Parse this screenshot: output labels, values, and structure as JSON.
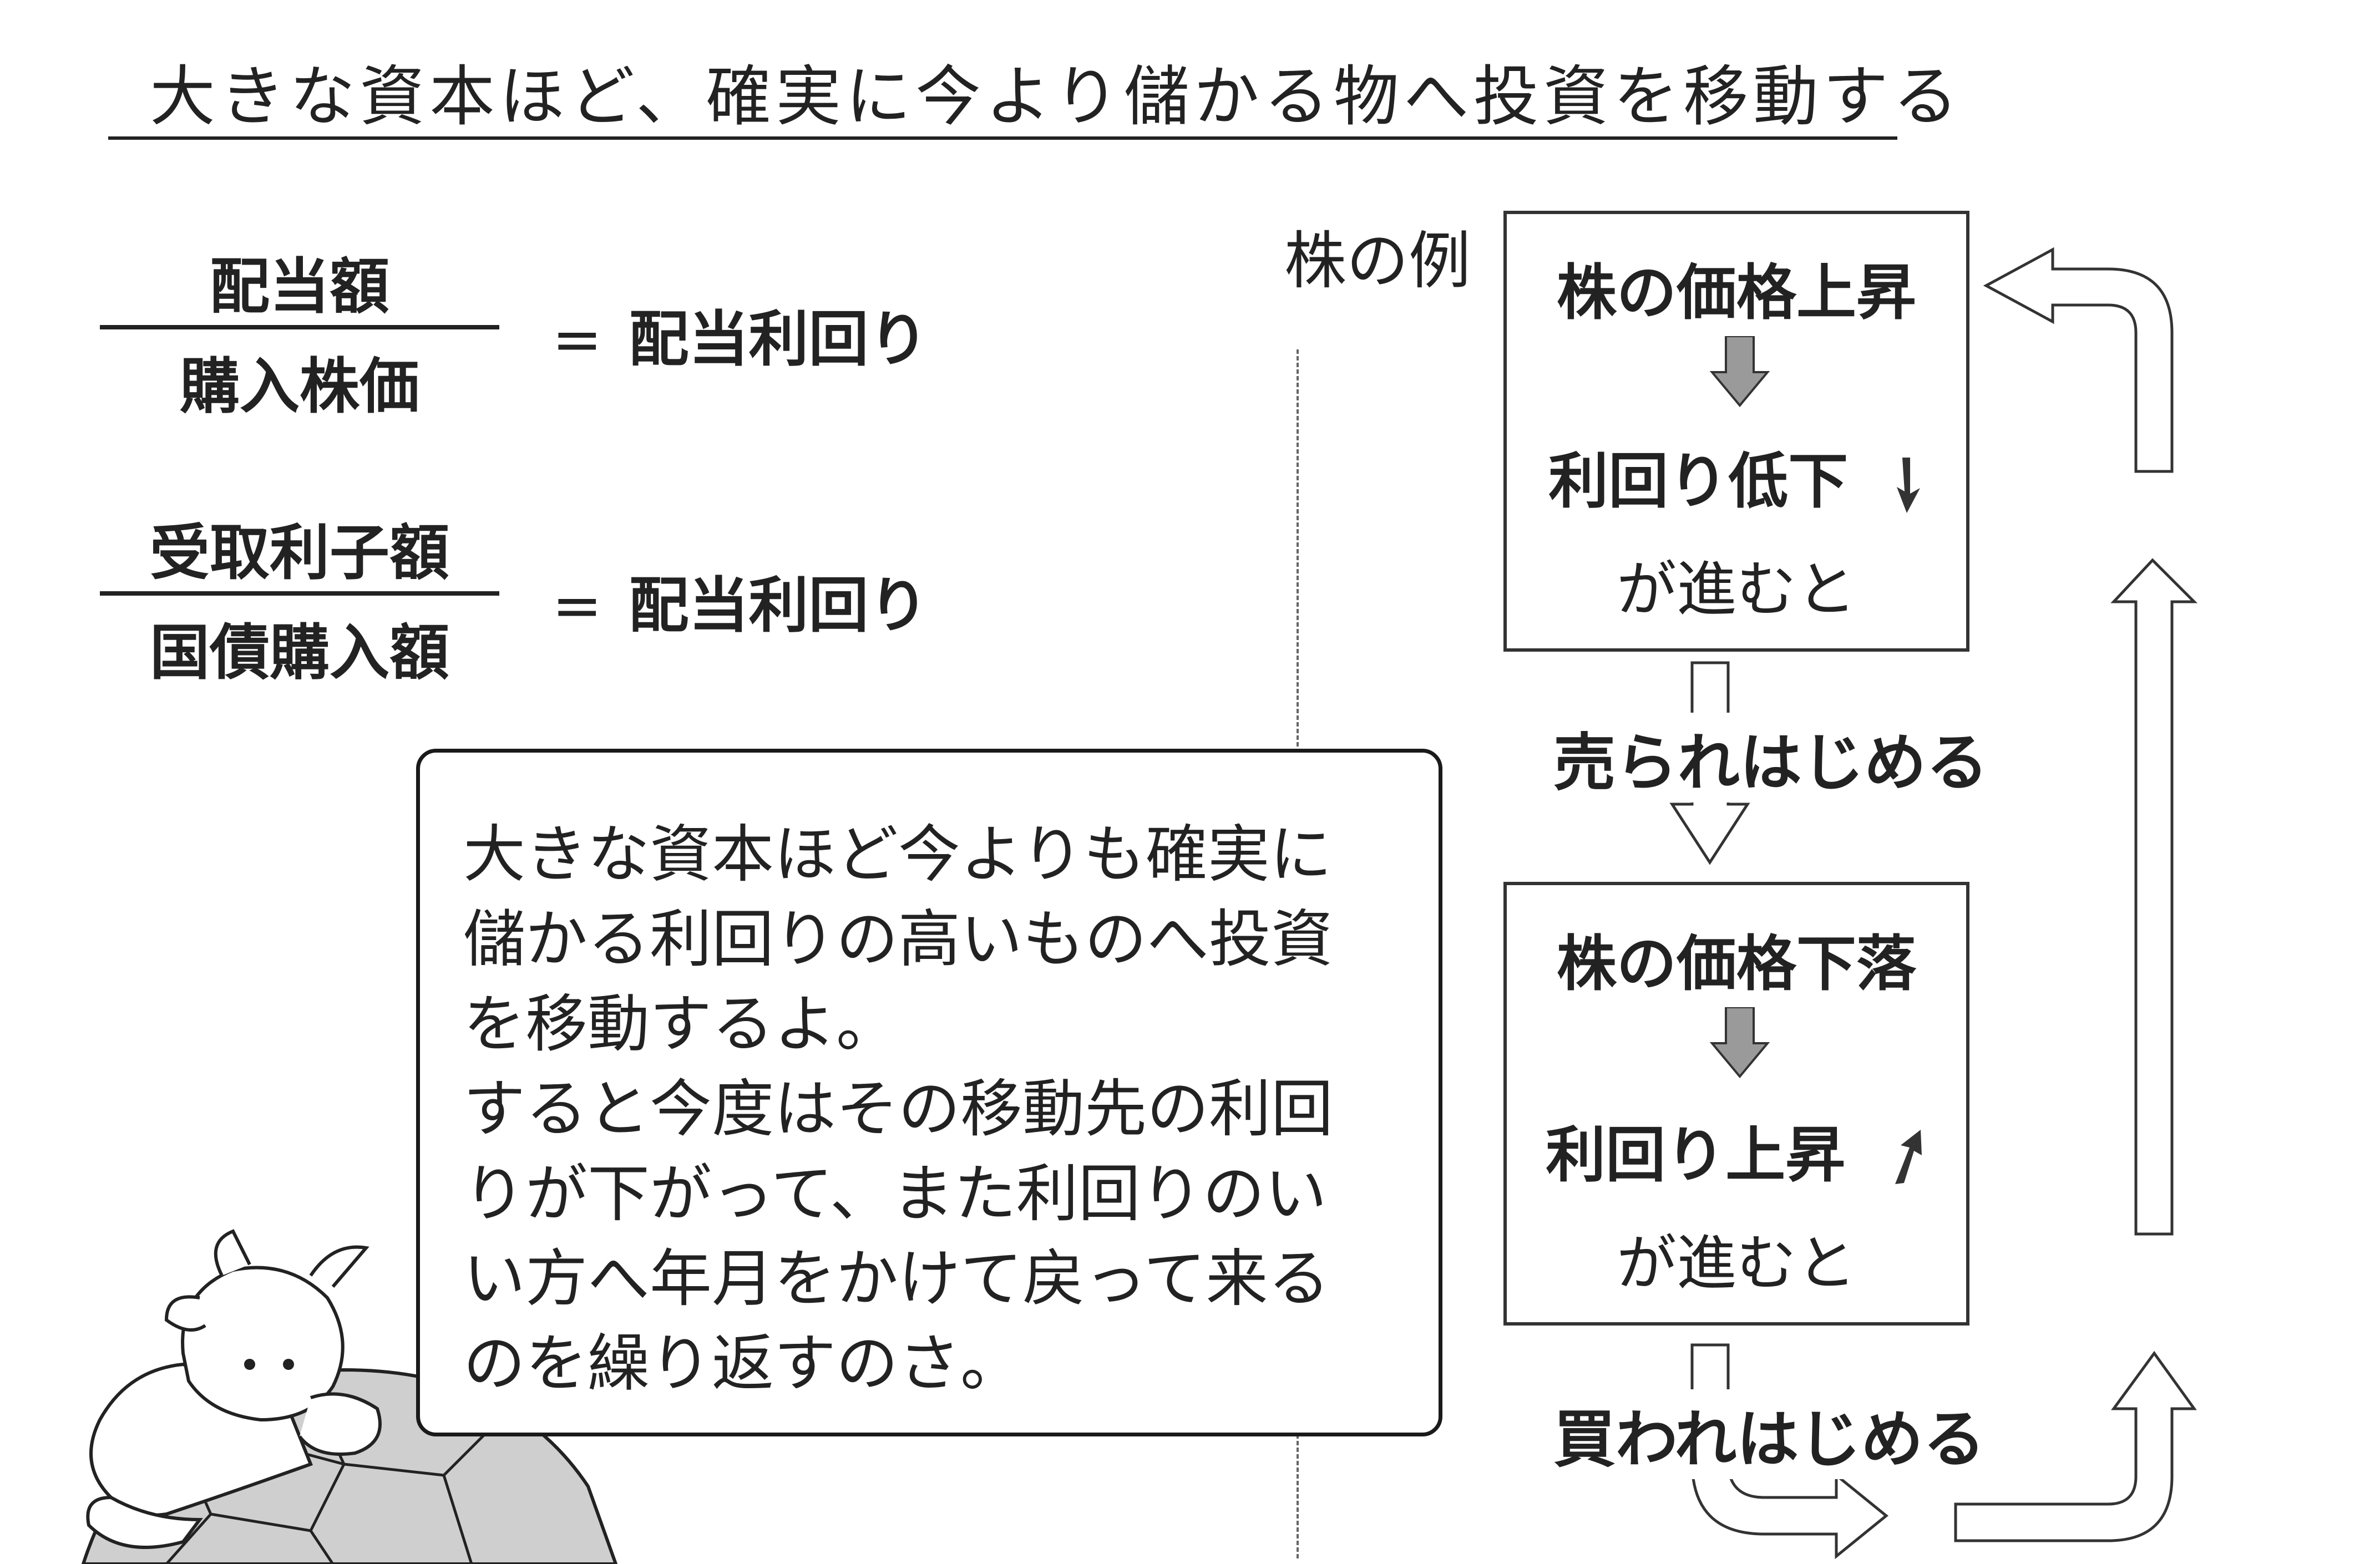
{
  "title": "大きな資本ほど、確実に今より儲かる物へ投資を移動する",
  "formulas": [
    {
      "numerator": "配当額",
      "denominator": "購入株価",
      "equals": "=",
      "result": "配当利回り"
    },
    {
      "numerator": "受取利子額",
      "denominator": "国債購入額",
      "equals": "=",
      "result": "配当利回り"
    }
  ],
  "example_label": "株の例",
  "box_top": {
    "line1": "株の価格上昇",
    "line2": "利回り低下",
    "line3": "が進むと",
    "trend_icon": "down-arrow-icon"
  },
  "flow_sold": "売られはじめる",
  "box_bottom": {
    "line1": "株の価格下落",
    "line2": "利回り上昇",
    "line3": "が進むと",
    "trend_icon": "up-arrow-icon"
  },
  "flow_bought": "買われはじめる",
  "speech": {
    "lines": [
      "大きな資本ほど今よりも確実に",
      "儲かる利回りの高いものへ投資",
      "を移動するよ。",
      "すると今度はその移動先の利回",
      "りが下がって、また利回りのい",
      "い方へ年月をかけて戻って来る",
      "のを繰り返すのさ。"
    ]
  },
  "colors": {
    "ink": "#222222",
    "gray_arrow": "#9a9a9a",
    "shell": "#cfcfcf"
  }
}
